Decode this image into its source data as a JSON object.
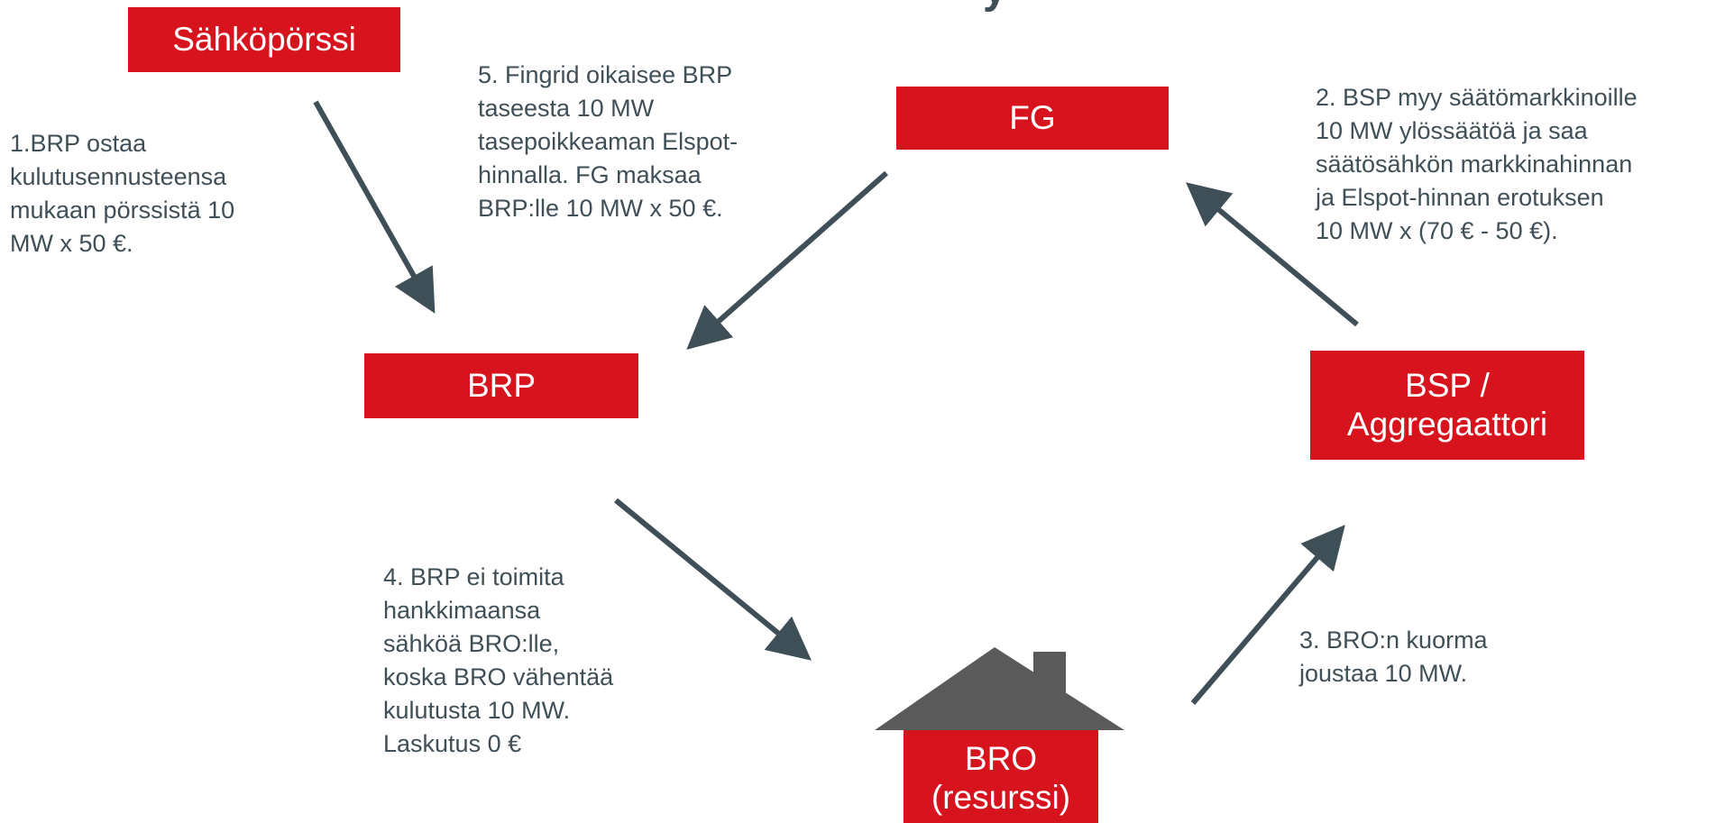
{
  "colors": {
    "box": "#d7141d",
    "arrow": "#3f4f57",
    "house_roof": "#5a5a5a",
    "text": "#3f4f57"
  },
  "header_fragment": "y",
  "nodes": {
    "exchange": "Sähköpörssi",
    "fg": "FG",
    "brp": "BRP",
    "bsp": "BSP /\nAggregaattori",
    "bro": "BRO\n(resurssi)"
  },
  "steps": {
    "step1": "1.BRP ostaa\nkulutusennusteensa\nmukaan pörssistä 10\nMW x 50 €.",
    "step2": "2. BSP myy säätömarkkinoille\n10 MW ylössäätöä ja saa\nsäätösähkön markkinahinnan\nja Elspot-hinnan erotuksen\n10 MW x (70 € - 50 €).",
    "step3": "3. BRO:n kuorma\njoustaa 10 MW.",
    "step4": "4. BRP ei toimita\nhankkimaansa\nsähköä BRO:lle,\nkoska BRO vähentää\nkulutusta 10 MW.\nLaskutus 0 €",
    "step5": "5. Fingrid oikaisee BRP\ntaseesta 10 MW\ntasepoikkeaman Elspot-\nhinnalla. FG maksaa\nBRP:lle 10 MW x 50 €."
  },
  "arrows": [
    {
      "name": "arrow-exchange-to-brp",
      "from": "Sähköpörssi",
      "to": "BRP"
    },
    {
      "name": "arrow-fg-to-brp",
      "from": "FG",
      "to": "BRP"
    },
    {
      "name": "arrow-bsp-to-fg",
      "from": "BSP /\nAggregaattori",
      "to": "FG"
    },
    {
      "name": "arrow-brp-to-bro",
      "from": "BRP",
      "to": "BRO\n(resurssi)"
    },
    {
      "name": "arrow-bro-to-bsp",
      "from": "BRO\n(resurssi)",
      "to": "BSP /\nAggregaattori"
    }
  ]
}
